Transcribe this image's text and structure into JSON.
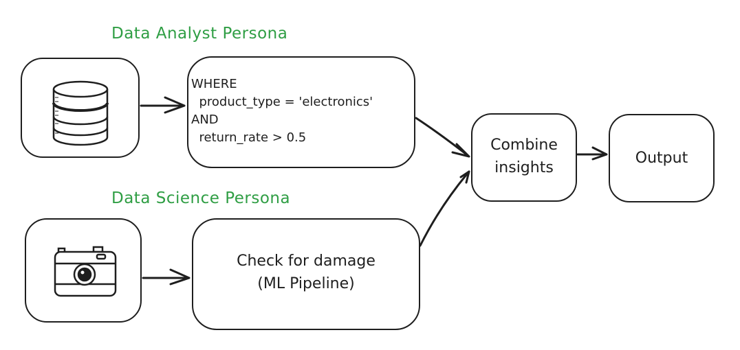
{
  "personas": {
    "analyst": "Data Analyst Persona",
    "science": "Data Science Persona"
  },
  "nodes": {
    "database": {
      "icon": "database-icon"
    },
    "query": {
      "lines": [
        "WHERE",
        "  product_type = 'electronics'",
        "AND",
        "  return_rate > 0.5"
      ]
    },
    "camera": {
      "icon": "camera-icon"
    },
    "ml": {
      "line1": "Check for damage",
      "line2": "(ML Pipeline)"
    },
    "combine": {
      "line1": "Combine",
      "line2": "insights"
    },
    "output": {
      "label": "Output"
    }
  },
  "colors": {
    "persona": "#2f9e44",
    "stroke": "#1e1e1e"
  }
}
